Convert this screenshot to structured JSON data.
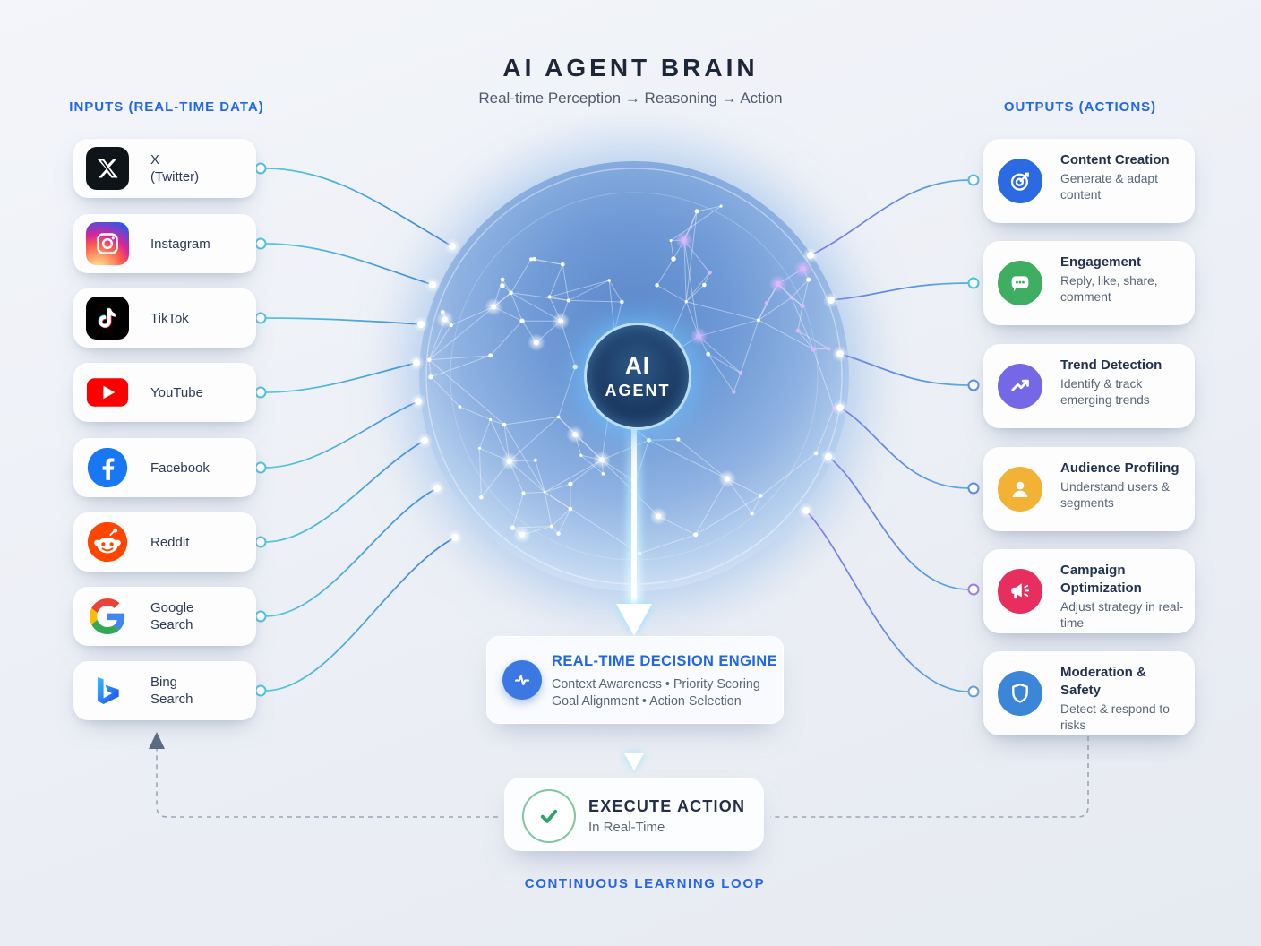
{
  "header": {
    "title": "AI AGENT BRAIN",
    "subtitle": "Real-time Perception → Reasoning → Action"
  },
  "inputs": {
    "heading": "INPUTS (REAL-TIME DATA)",
    "items": [
      {
        "icon": "x-twitter-icon",
        "line1": "X",
        "line2": "(Twitter)"
      },
      {
        "icon": "instagram-icon",
        "line1": "Instagram",
        "line2": ""
      },
      {
        "icon": "tiktok-icon",
        "line1": "TikTok",
        "line2": ""
      },
      {
        "icon": "youtube-icon",
        "line1": "YouTube",
        "line2": ""
      },
      {
        "icon": "facebook-icon",
        "line1": "Facebook",
        "line2": ""
      },
      {
        "icon": "reddit-icon",
        "line1": "Reddit",
        "line2": ""
      },
      {
        "icon": "google-icon",
        "line1": "Google",
        "line2": "Search"
      },
      {
        "icon": "bing-icon",
        "line1": "Bing",
        "line2": "Search"
      }
    ]
  },
  "outputs": {
    "heading": "OUTPUTS (ACTIONS)",
    "items": [
      {
        "icon": "target-icon",
        "color": "#2b6ae3",
        "title": "Content Creation",
        "desc": "Generate & adapt content"
      },
      {
        "icon": "chat-bubble-icon",
        "color": "#3fae63",
        "title": "Engagement",
        "desc": "Reply, like, share, comment"
      },
      {
        "icon": "trend-up-icon",
        "color": "#7568e6",
        "title": "Trend Detection",
        "desc": "Identify & track emerging trends"
      },
      {
        "icon": "person-icon",
        "color": "#f2b235",
        "title": "Audience Profiling",
        "desc": "Understand users & segments"
      },
      {
        "icon": "megaphone-icon",
        "color": "#e82e5f",
        "title": "Campaign Optimization",
        "desc": "Adjust strategy in real-time"
      },
      {
        "icon": "shield-icon",
        "color": "#3c86d9",
        "title": "Moderation & Safety",
        "desc": "Detect & respond to risks"
      }
    ]
  },
  "brain": {
    "core_line1": "AI",
    "core_line2": "AGENT"
  },
  "decision_engine": {
    "title": "REAL-TIME DECISION ENGINE",
    "line1": "Context Awareness • Priority Scoring",
    "line2": "Goal Alignment  •  Action Selection",
    "icon": "pulse-icon",
    "icon_color": "#3b78e2"
  },
  "execute": {
    "title": "EXECUTE ACTION",
    "subtitle": "In Real-Time",
    "icon": "check-icon",
    "check_color": "#2fa36a"
  },
  "loop_label": "CONTINUOUS LEARNING LOOP",
  "brand_colors": {
    "x": "#0f1419",
    "instagram_gradient": [
      "#fdf497",
      "#fd5949",
      "#d6249f",
      "#285AEB"
    ],
    "tiktok": "#010101",
    "tiktok_cyan": "#25F4EE",
    "tiktok_pink": "#FE2C55",
    "youtube": "#FF0000",
    "facebook": "#1877F2",
    "reddit": "#FF4500",
    "google": [
      "#EA4335",
      "#4285F4",
      "#FBBC05",
      "#34A853"
    ],
    "bing": [
      "#37BDFF",
      "#1B48EF"
    ],
    "accent_blue": "#2366e8",
    "title_navy": "#1d2737",
    "body_gray": "#5a6675"
  }
}
